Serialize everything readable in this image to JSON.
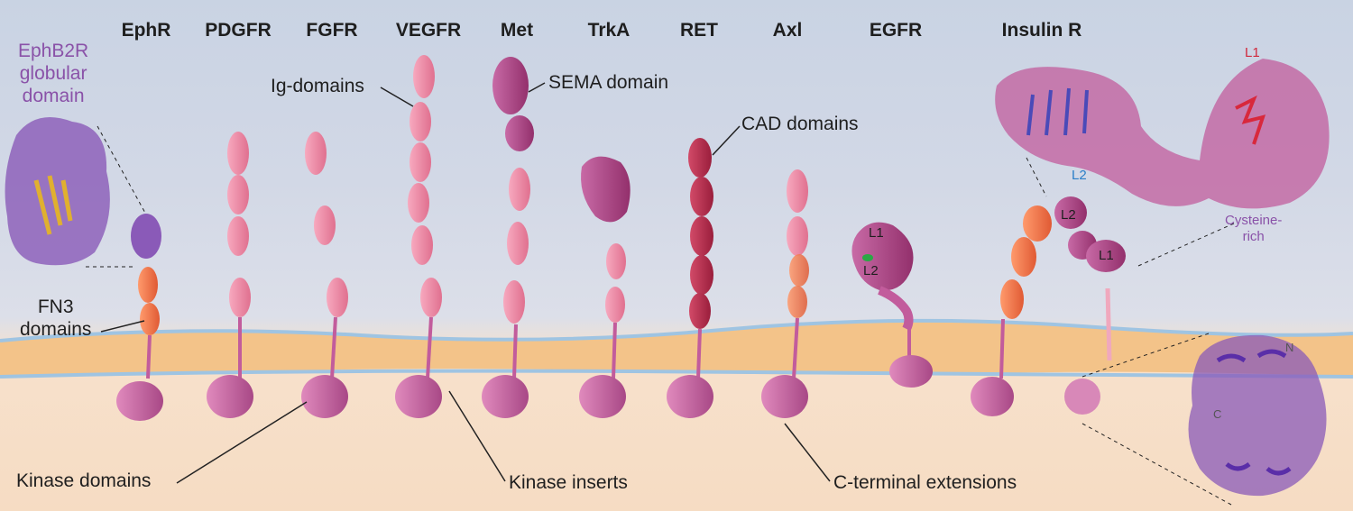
{
  "receptors": [
    "EphR",
    "PDGFR",
    "FGFR",
    "VEGFR",
    "Met",
    "TrkA",
    "RET",
    "Axl",
    "EGFR",
    "Insulin R"
  ],
  "labels": {
    "ephb2r": [
      "EphB2R",
      "globular",
      "domain"
    ],
    "fn3": [
      "FN3",
      "domains"
    ],
    "ig": "Ig-domains",
    "sema": "SEMA domain",
    "cad": "CAD domains",
    "kinase_domains": "Kinase domains",
    "kinase_inserts": "Kinase inserts",
    "cterm": "C-terminal extensions",
    "l1": "L1",
    "l2": "L2",
    "cys": [
      "Cysteine-",
      "rich"
    ],
    "n": "N",
    "c": "C"
  },
  "colors": {
    "pink": "#f08ca8",
    "orange": "#f47a4e",
    "maroon": "#b8284a",
    "magenta": "#b04a8a",
    "violet": "#8a5ab8",
    "kinase": "#c25c9c"
  }
}
